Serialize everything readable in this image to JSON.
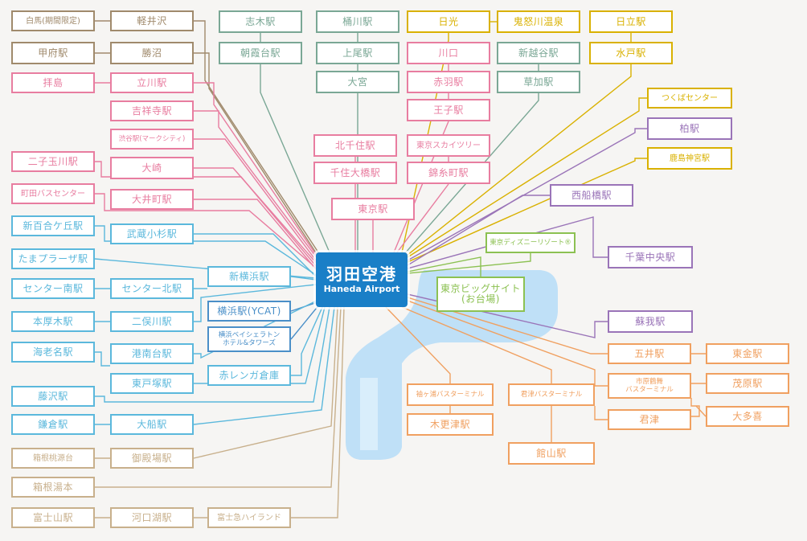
{
  "colors": {
    "green": "#7aa795",
    "brown": "#a08a6c",
    "pink": "#e87da0",
    "cyan": "#5bb8dc",
    "blue": "#4a8fc8",
    "yellow": "#d9b100",
    "purple": "#9a74b8",
    "lime": "#8cc152",
    "orange": "#f0a060",
    "tan": "#c8b08c",
    "water": "#bfe0f7",
    "hub": "#1a7fc7"
  },
  "hub": {
    "name_ja": "羽田空港",
    "name_en": "Haneda Airport"
  },
  "stations": {
    "hakuba": "白馬(期間限定)",
    "karuizawa": "軽井沢",
    "kofu": "甲府駅",
    "katsunuma": "勝沼",
    "haijima": "拝島",
    "tachikawa": "立川駅",
    "kichijoji": "吉祥寺駅",
    "shibuya": "渋谷駅(マークシティ)",
    "osaki": "大崎",
    "futakotamagawa": "二子玉川駅",
    "machida_bc": "町田バスセンター",
    "oimachi": "大井町駅",
    "shinyurigaoka": "新百合ケ丘駅",
    "musashikosugi": "武蔵小杉駅",
    "tamaplaza": "たまプラーザ駅",
    "center_minami": "センター南駅",
    "center_kita": "センター北駅",
    "shinyokohama": "新横浜駅",
    "yokohama_ycat": "横浜駅(YCAT)",
    "sheraton": "横浜ベイシェラトン\nホテル&タワーズ",
    "akarenga": "赤レンガ倉庫",
    "hon_atsugi": "本厚木駅",
    "futamatagawa": "二俣川駅",
    "konandai": "港南台駅",
    "ebina": "海老名駅",
    "higashi_totsuka": "東戸塚駅",
    "fujisawa": "藤沢駅",
    "kamakura": "鎌倉駅",
    "ofuna": "大船駅",
    "hakone_togendai": "箱根桃源台",
    "gotemba": "御殿場駅",
    "hakone_yumoto": "箱根湯本",
    "fujisan": "富士山駅",
    "kawaguchiko": "河口湖駅",
    "fujikyu": "富士急ハイランド",
    "shiki": "志木駅",
    "asakadai": "朝霞台駅",
    "okegawa": "桶川駅",
    "ageo": "上尾駅",
    "omiya": "大宮",
    "nikko": "日光",
    "kinugawa": "鬼怒川温泉",
    "hitachi": "日立駅",
    "kawaguchi": "川口",
    "shinkoshigaya": "新越谷駅",
    "mito": "水戸駅",
    "akabane": "赤羽駅",
    "soka": "草加駅",
    "tsukuba": "つくばセンター",
    "oji": "王子駅",
    "kashiwa": "柏駅",
    "kitasenju": "北千住駅",
    "skytree": "東京スカイツリー",
    "kashima": "鹿島神宮駅",
    "senjuohashi": "千住大橋駅",
    "kinshicho": "錦糸町駅",
    "nishifunabashi": "西船橋駅",
    "tokyo": "東京駅",
    "disney": "東京ディズニーリゾート®",
    "chibachuo": "千葉中央駅",
    "bigsight": "東京ビッグサイト\n(お台場)",
    "soga": "蘇我駅",
    "goi": "五井駅",
    "togane": "東金駅",
    "ichihara": "市原鶴舞\nバスターミナル",
    "mobara": "茂原駅",
    "sodegaura": "袖ヶ浦バスターミナル",
    "kisarazu_bt": "君津バスターミナル",
    "kimitsu": "君津",
    "otaki": "大多喜",
    "kisarazu": "木更津駅",
    "tateyama": "館山駅"
  }
}
